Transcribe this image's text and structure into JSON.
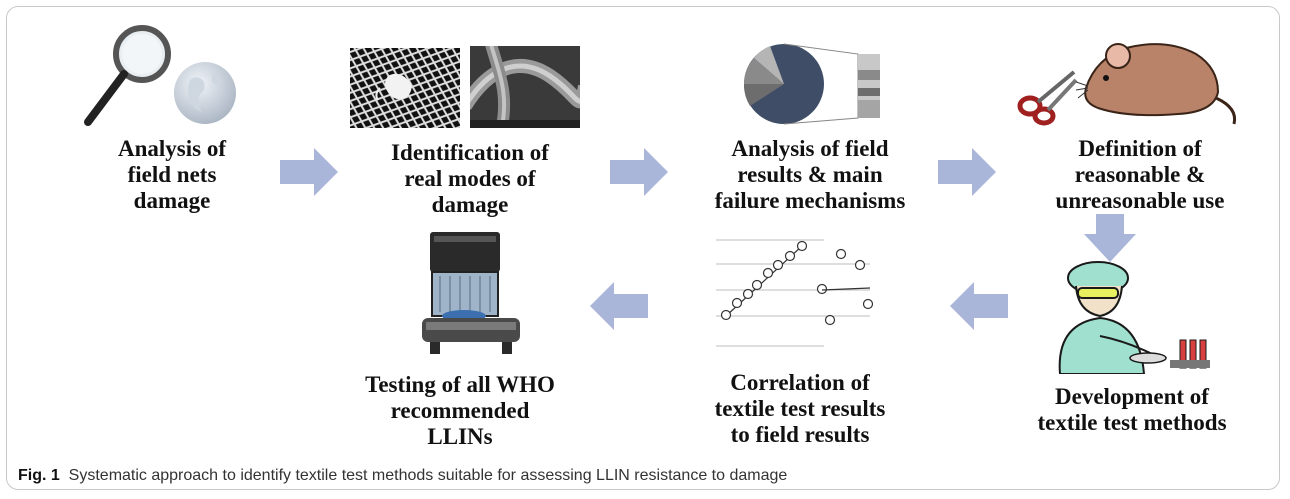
{
  "steps": [
    {
      "id": "analysis-field-nets",
      "label": "Analysis of\nfield nets\ndamage"
    },
    {
      "id": "identification-modes",
      "label": "Identification of\nreal modes of\ndamage"
    },
    {
      "id": "analysis-field-results",
      "label": "Analysis of field\nresults & main\nfailure mechanisms"
    },
    {
      "id": "definition-use",
      "label": "Definition of\nreasonable &\nunreasonable use"
    },
    {
      "id": "development-methods",
      "label": "Development of\ntextile test methods"
    },
    {
      "id": "correlation",
      "label": "Correlation of\ntextile test results\nto field results"
    },
    {
      "id": "testing-llins",
      "label": "Testing of all WHO\nrecommended\nLLINs"
    }
  ],
  "caption": {
    "prefix": "Fig. 1",
    "text": "Systematic approach to identify textile test methods suitable for assessing LLIN resistance to damage"
  },
  "colors": {
    "arrow": "#a9b5d9",
    "pie_dark": "#3f4d66",
    "pie_gray": "#8a8a8a",
    "pie_light": "#c8c8c8"
  },
  "icons": [
    "magnifier-icon",
    "globe-icon",
    "mesh-photo-icon",
    "fiber-micrograph-icon",
    "pie-chart-icon",
    "scissors-icon",
    "rat-icon",
    "scientist-icon",
    "scatter-plot-icon",
    "test-machine-icon"
  ]
}
